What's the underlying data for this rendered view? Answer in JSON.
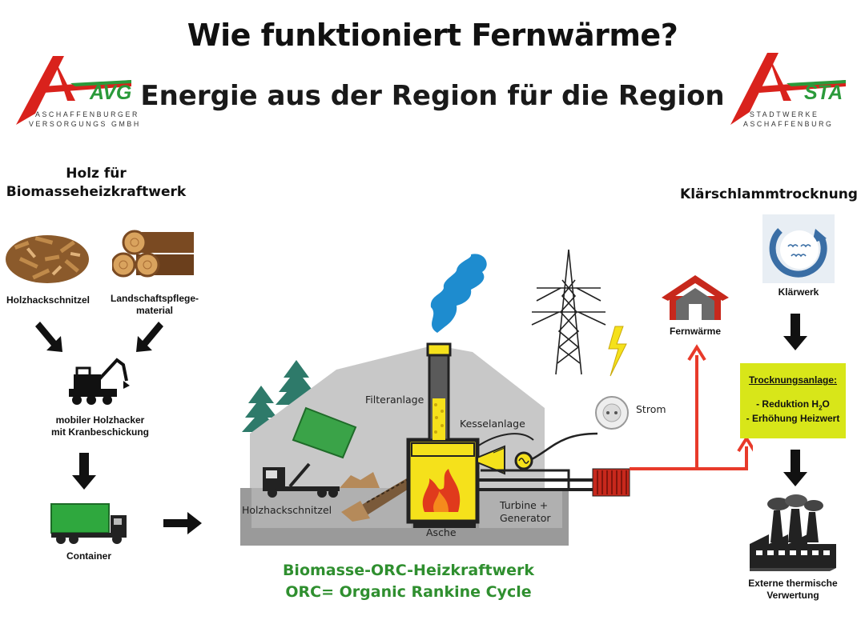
{
  "header": {
    "title": "Wie funktioniert Fernwärme?",
    "subtitle": "Energie aus der Region für die Region"
  },
  "logos": {
    "left": {
      "name": "AVG",
      "line1": "ASCHAFFENBURGER",
      "line2": "VERSORGUNGS GMBH"
    },
    "right": {
      "name": "STA",
      "line1": "STADTWERKE",
      "line2": "ASCHAFFENBURG"
    }
  },
  "left_section": {
    "heading_line1": "Holz für",
    "heading_line2": "Biomasseheizkraftwerk",
    "item_chips": "Holzhackschnitzel",
    "item_landscape_line1": "Landschaftspflege-",
    "item_landscape_line2": "material",
    "item_chipper_line1": "mobiler Holzhacker",
    "item_chipper_line2": "mit Kranbeschickung",
    "item_container": "Container"
  },
  "plant": {
    "filter": "Filteranlage",
    "boiler": "Kesselanlage",
    "chips": "Holzhackschnitzel",
    "turbine_line1": "Turbine +",
    "turbine_line2": "Generator",
    "ash": "Asche",
    "power": "Strom",
    "district_heat": "Fernwärme"
  },
  "right_section": {
    "heading": "Klärschlammtrocknung",
    "sewage_plant": "Klärwerk",
    "drying_head": "Trocknungsanlage:",
    "drying_line1_pre": "- Reduktion H",
    "drying_line1_sub": "2",
    "drying_line1_post": "O",
    "drying_line2": "- Erhöhung Heizwert",
    "external_line1": "Externe thermische",
    "external_line2": "Verwertung"
  },
  "footer": {
    "line1": "Biomasse-ORC-Heizkraftwerk",
    "line2": "ORC= Organic Rankine Cycle"
  },
  "colors": {
    "green": "#2f8f2f",
    "red": "#d9221c",
    "yellow": "#f5e11b",
    "pipe_red": "#e83a2a",
    "drying_box": "#d8e619"
  }
}
